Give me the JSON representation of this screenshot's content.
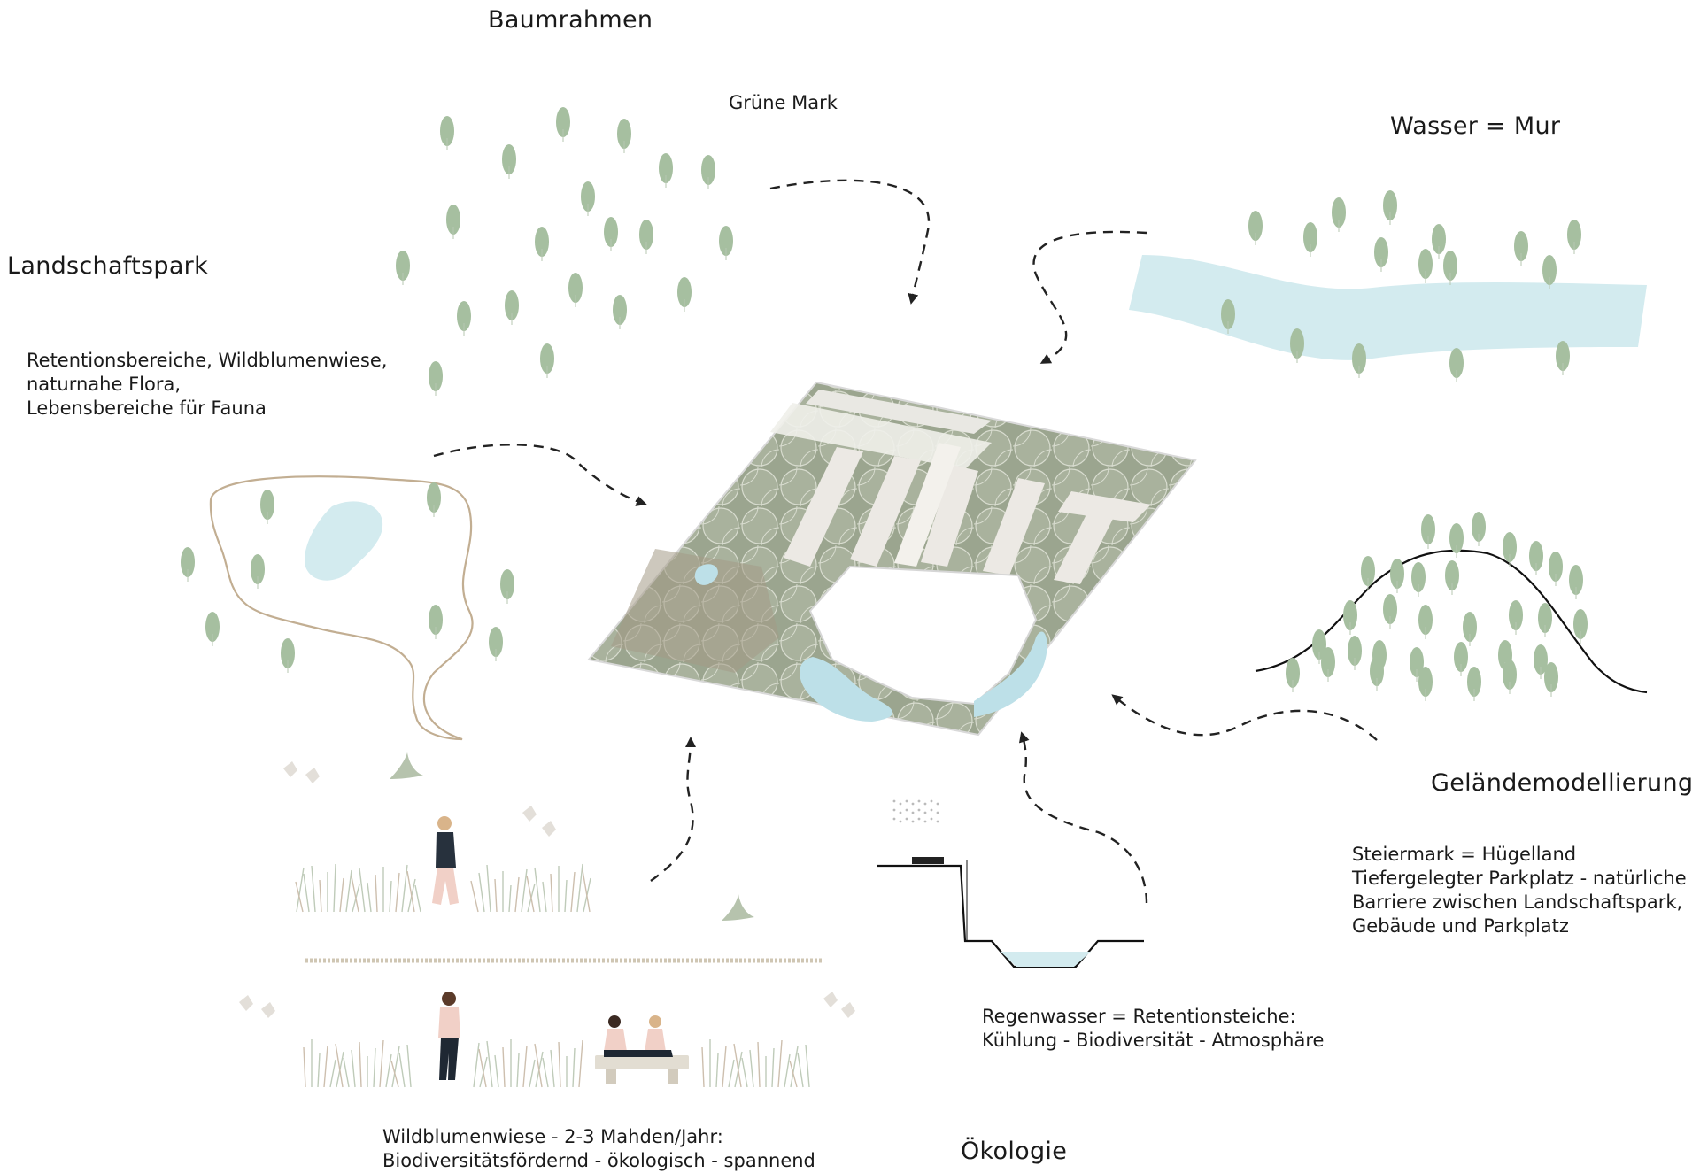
{
  "labels": {
    "baumrahmen": "Baumrahmen",
    "gruene_mark": "Grüne Mark",
    "wasser_mur": "Wasser = Mur",
    "landschaftspark": "Landschaftspark",
    "gelaendemodellierung": "Geländemodellierung",
    "oekologie": "Ökologie"
  },
  "descriptions": {
    "landschaftspark": [
      "Retentionsbereiche, Wildblumenwiese,",
      "naturnahe Flora,",
      "Lebensbereiche für Fauna"
    ],
    "gelaendemodellierung": [
      "Steiermark = Hügelland",
      "Tiefergelegter Parkplatz - natürliche",
      "Barriere zwischen Landschaftspark,",
      "Gebäude und Parkplatz"
    ],
    "regenwasser": [
      "Regenwasser = Retentionsteiche:",
      "Kühlung - Biodiversität - Atmosphäre"
    ],
    "wildblumenwiese": [
      "Wildblumenwiese - 2-3 Mahden/Jahr:",
      "Biodiversitätsfördernd - ökologisch - spannend"
    ]
  },
  "colors": {
    "tree": "#a6bfa0",
    "water": "#d3ebef",
    "site_green": "#8e9a84",
    "outline": "#c2ae92",
    "arrow": "#222222"
  }
}
